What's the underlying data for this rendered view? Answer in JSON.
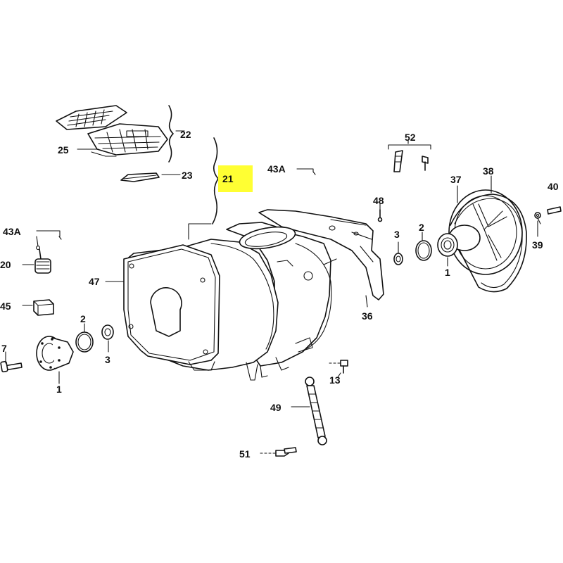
{
  "diagram": {
    "highlight_color": "#ffff33",
    "callouts": {
      "p22": "22",
      "p25": "25",
      "p23": "23",
      "p21": "21",
      "p43a_top": "43A",
      "p52": "52",
      "p48": "48",
      "p37": "37",
      "p38": "38",
      "p40": "40",
      "p39": "39",
      "p3_right": "3",
      "p2_right": "2",
      "p1_right": "1",
      "p36": "36",
      "p43a_left": "43A",
      "p20": "20",
      "p45": "45",
      "p47": "47",
      "p2_left": "2",
      "p3_left": "3",
      "p7": "7",
      "p1_left": "1",
      "p13": "13",
      "p49": "49",
      "p51": "51"
    },
    "highlighted_callout": "21",
    "part_icons": [
      "filter-grille-icon",
      "filter-frame-icon",
      "seal-strip-icon",
      "tub-icon",
      "pulley-icon",
      "belt-icon",
      "bearing-hub-icon",
      "o-ring-icon",
      "washer-icon",
      "spring-icon",
      "pad-icon",
      "bolt-icon",
      "shock-absorber-icon",
      "cable-clip-icon"
    ]
  }
}
